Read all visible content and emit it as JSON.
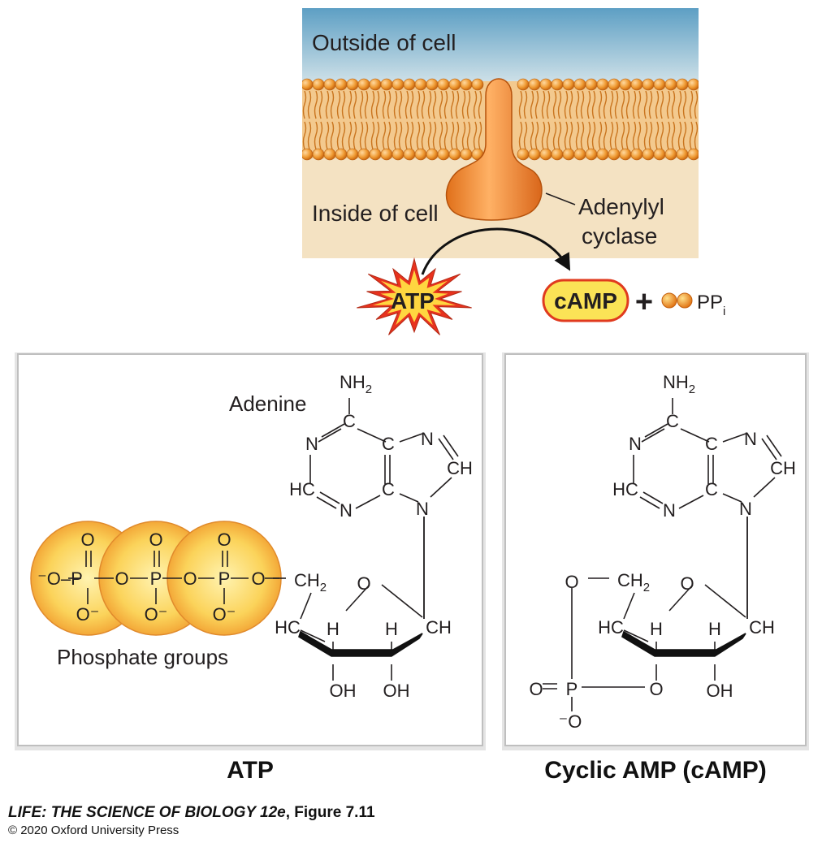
{
  "membrane": {
    "outside_label": "Outside of cell",
    "inside_label": "Inside of cell",
    "enzyme_label_line1": "Adenylyl",
    "enzyme_label_line2": "cyclase"
  },
  "reaction": {
    "substrate": "ATP",
    "product": "cAMP",
    "plus": "+",
    "byproduct": "PP",
    "byproduct_subscript": "i"
  },
  "atp_panel": {
    "adenine_label": "Adenine",
    "phosphate_label": "Phosphate groups",
    "title": "ATP"
  },
  "camp_panel": {
    "title": "Cyclic AMP (cAMP)"
  },
  "credit": {
    "line1_italic": "LIFE: THE SCIENCE OF BIOLOGY 12e",
    "line1_rest": ", Figure 7.11",
    "line2": "© 2020 Oxford University Press"
  },
  "colors": {
    "sky_top": "#5d9fc4",
    "sky_bottom": "#d4e4ea",
    "cytoplasm": "#f4e2c2",
    "lipid": "#e8841c",
    "enzyme": "#f08c2c",
    "burst": "#e8321e",
    "burst_fill": "#ffd640",
    "camp_fill": "#fbe356",
    "camp_stroke": "#e03a1e",
    "phosphate_fill": "#f9c84a"
  }
}
